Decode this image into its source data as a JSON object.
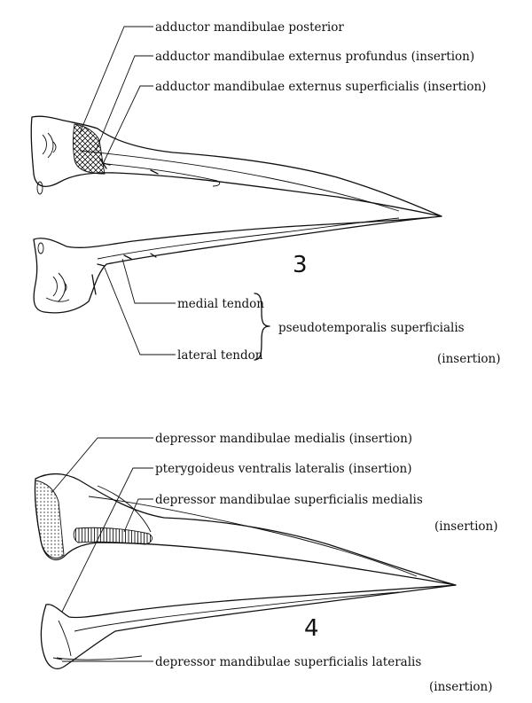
{
  "figure3": {
    "number": "3",
    "labels": {
      "adductor_posterior": "adductor mandibulae posterior",
      "adductor_ext_profundus": "adductor mandibulae externus profundus (insertion)",
      "adductor_ext_superficialis": "adductor mandibulae externus superficialis (insertion)",
      "medial_tendon": "medial tendon",
      "lateral_tendon": "lateral tendon",
      "pseudotemporalis": "pseudotemporalis superficialis",
      "pseudotemporalis_insertion": "(insertion)"
    }
  },
  "figure4": {
    "number": "4",
    "labels": {
      "depressor_medialis": "depressor mandibulae medialis (insertion)",
      "pterygoideus": "pterygoideus ventralis lateralis (insertion)",
      "depressor_sup_medialis": "depressor mandibulae superficialis medialis",
      "depressor_sup_medialis_insertion": "(insertion)",
      "depressor_sup_lateralis": "depressor mandibulae superficialis lateralis",
      "depressor_sup_lateralis_insertion": "(insertion)"
    }
  }
}
